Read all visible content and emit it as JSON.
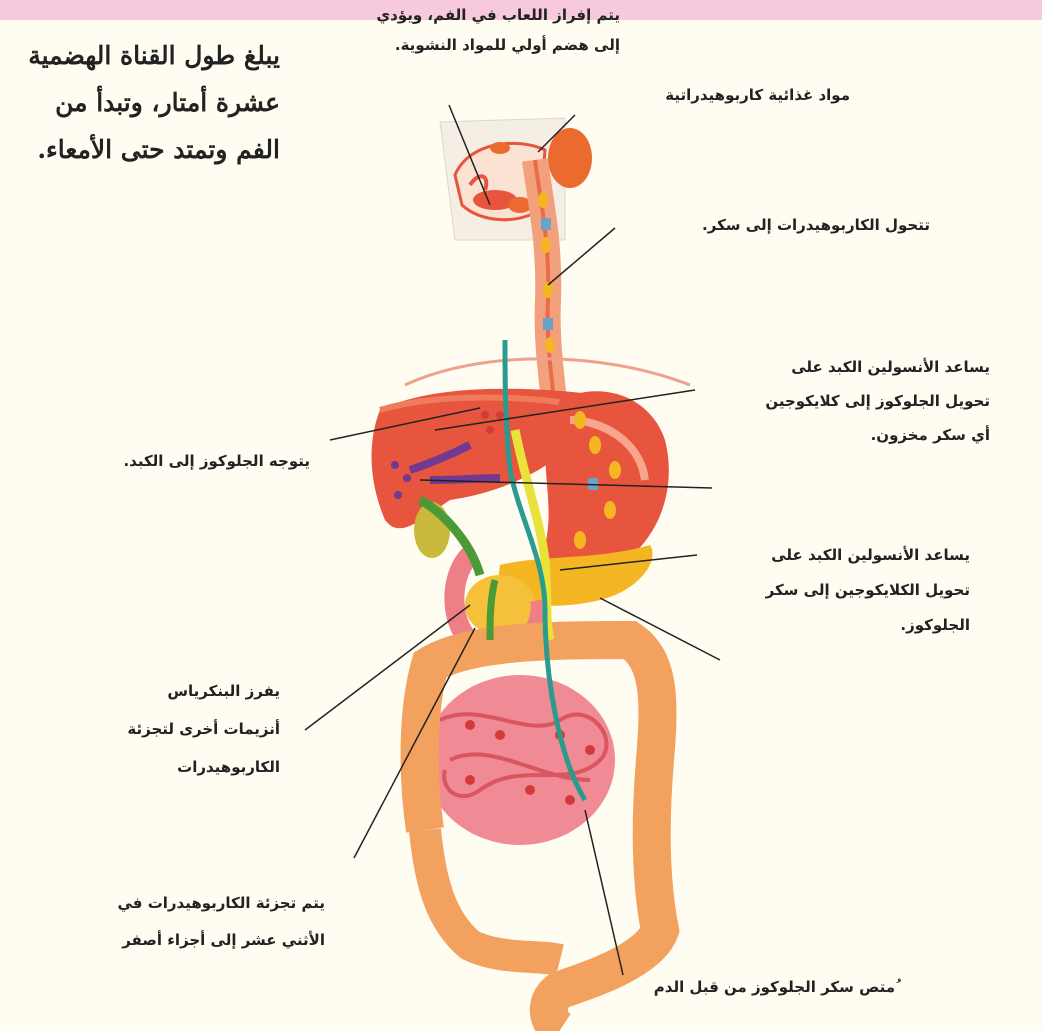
{
  "intro_lines": [
    "يبلغ طول القناة الهضمية",
    "عشرة أمتار، وتبدأ من",
    "الفم وتمتد حتى الأمعاء."
  ],
  "labels": {
    "saliva": [
      "يتم إفراز اللعاب في الفم، ويؤدي",
      "إلى هضم أولي للمواد النشوية."
    ],
    "carb_food": "مواد غذائية كاربوهيدراتية",
    "to_sugar": "تتحول الكاربوهيدرات إلى سكر.",
    "insulin_glycogen": [
      "يساعد الأنسولين الكبد على",
      "تحويل الجلوكوز إلى كلايكوجين",
      "أي سكر مخزون."
    ],
    "glucose_liver": "يتوجه الجلوكوز إلى الكبد.",
    "insulin_glucose": [
      "يساعد الأنسولين الكبد على",
      "تحويل الكلايكوجين إلى سكر",
      "الجلوكوز."
    ],
    "pancreas": [
      "يفرز البنكرياس",
      "أنزيمات أخرى لتجزئة",
      "الكاربوهيدرات"
    ],
    "duodenum": [
      "يتم تجزئة الكاربوهيدرات في",
      "الأثني عشر إلى أجزاء أصفر"
    ],
    "absorb": "ُمتص سكر الجلوكوز من قبل الدم"
  },
  "colors": {
    "border": "#f6c9dc",
    "panel": "#fffcf2",
    "organ_red": "#e8553e",
    "organ_orange": "#f3a15e",
    "intestine_pink": "#f08a94",
    "pancreas_yellow": "#f5b623",
    "path_yellow": "#e8e23a",
    "path_teal": "#2a9b8f",
    "path_green": "#4a9a35",
    "path_purple": "#6f3a8f"
  }
}
